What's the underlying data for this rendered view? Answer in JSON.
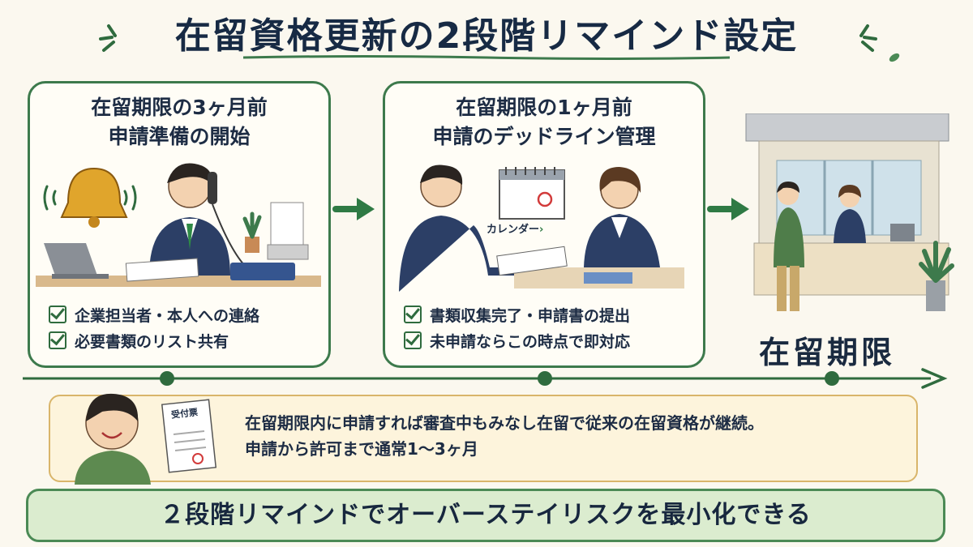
{
  "title": "在留資格更新の2段階リマインド設定",
  "step1": {
    "title_line1": "在留期限の3ヶ月前",
    "title_line2": "申請準備の開始",
    "checks": [
      "企業担当者・本人への連絡",
      "必要書類のリスト共有"
    ]
  },
  "step2": {
    "title_line1": "在留期限の1ヶ月前",
    "title_line2": "申請のデッドライン管理",
    "calendar_label": "カレンダー",
    "checks": [
      "書類収集完了・申請書の提出",
      "未申請ならこの時点で即対応"
    ]
  },
  "step3": {
    "label": "在留期限"
  },
  "note": {
    "receipt_label": "受付票",
    "line1": "在留期限内に申請すれば審査中もみなし在留で従来の在留資格が継続。",
    "line2": "申請から許可まで通常1～3ヶ月"
  },
  "footer": "２段階リマインドでオーバーステイリスクを最小化できる",
  "colors": {
    "accent_green": "#3d7a4c",
    "note_bg": "#fdf4dc",
    "footer_bg": "#dbeccf",
    "title_navy": "#172a44"
  }
}
